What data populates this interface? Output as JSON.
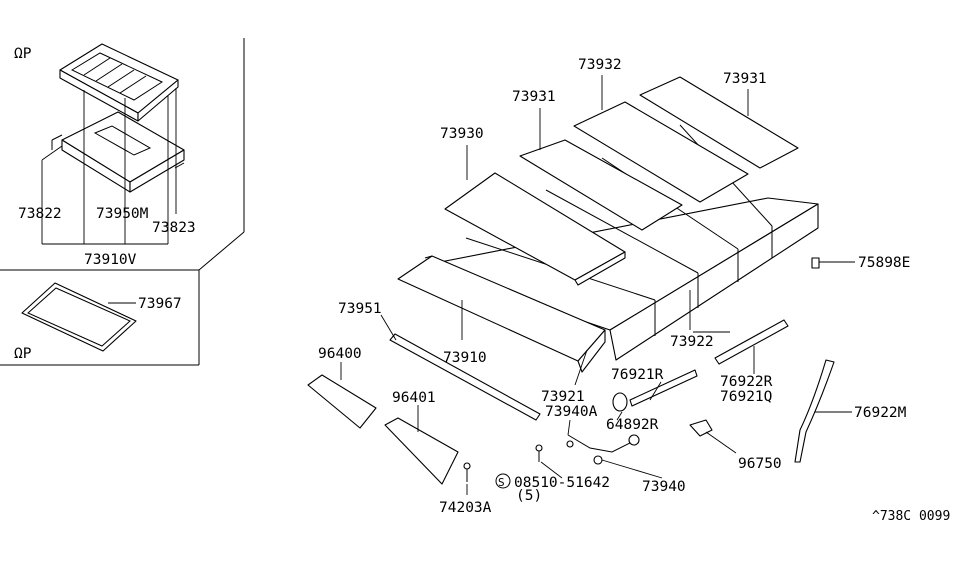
{
  "diagram": {
    "op_label_top": "ΩP",
    "op_label_bottom": "ΩP",
    "parts": {
      "p73822": "73822",
      "p73950m": "73950M",
      "p73823": "73823",
      "p73910v": "73910V",
      "p73967": "73967",
      "p73932": "73932",
      "p73931a": "73931",
      "p73931b": "73931",
      "p73930": "73930",
      "p75898e": "75898E",
      "p73951": "73951",
      "p96400": "96400",
      "p73910": "73910",
      "p73922": "73922",
      "p76921r": "76921R",
      "p76922r": "76922R",
      "p76921q": "76921Q",
      "p96401": "96401",
      "p73921": "73921",
      "p73940a": "73940A",
      "p64892r": "64892R",
      "p76922m": "76922M",
      "p96750": "96750",
      "p08510": "08510-51642",
      "p08510_qty": "(5)",
      "p73940": "73940",
      "p74203a": "74203A"
    },
    "screw_symbol": "S",
    "diagram_code": "^738C 0099"
  }
}
